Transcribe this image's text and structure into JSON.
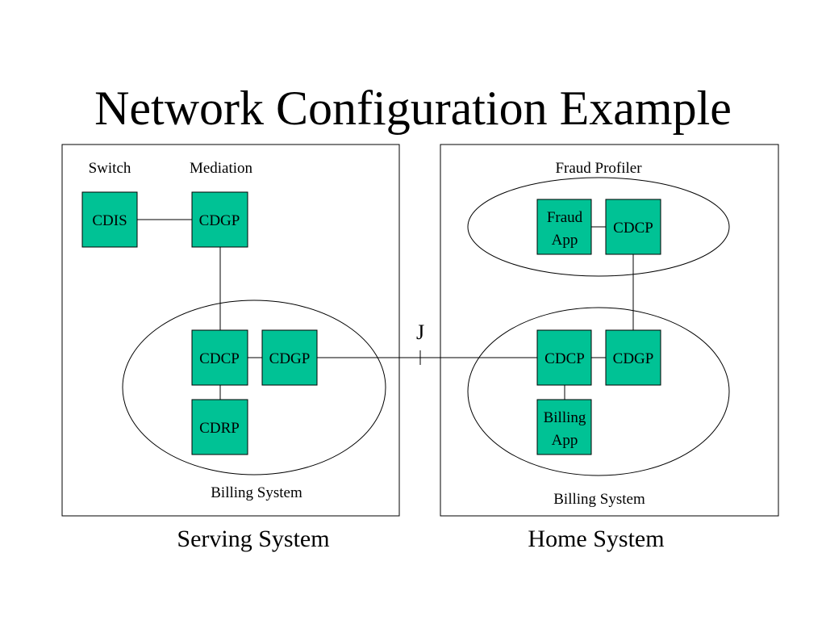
{
  "title": "Network Configuration Example",
  "colors": {
    "node_fill": "#00c295",
    "stroke": "#000000",
    "background": "#ffffff"
  },
  "serving": {
    "caption": "Serving System",
    "switch_label": "Switch",
    "mediation_label": "Mediation",
    "billing_label": "Billing System",
    "nodes": {
      "cdis": "CDIS",
      "cdgp_mediation": "CDGP",
      "cdcp": "CDCP",
      "cdgp": "CDGP",
      "cdrp": "CDRP"
    }
  },
  "home": {
    "caption": "Home System",
    "fraud_profiler_label": "Fraud Profiler",
    "billing_label": "Billing System",
    "nodes": {
      "fraud_app": [
        "Fraud",
        "App"
      ],
      "cdcp_fraud": "CDCP",
      "cdcp": "CDCP",
      "cdgp": "CDGP",
      "billing_app": [
        "Billing",
        "App"
      ]
    }
  },
  "interface_label": "J"
}
